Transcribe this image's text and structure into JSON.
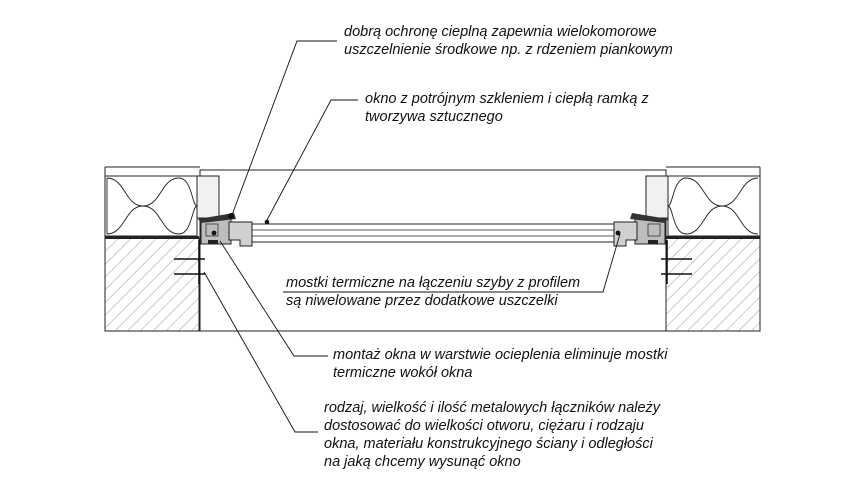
{
  "colors": {
    "line": "#111111",
    "background": "#ffffff",
    "masonry_hatch": "#444444",
    "window_frame": "#bdbdbd",
    "gasket": "#333333"
  },
  "annotations": [
    {
      "id": "gasket-note",
      "lines": [
        "dobrą ochronę cieplną zapewnia wielokomorowe",
        "uszczelnienie środkowe np. z rdzeniem piankowym"
      ]
    },
    {
      "id": "glazing-note",
      "lines": [
        "okno z potrójnym szkleniem i ciepłą ramką z",
        "tworzywa sztucznego"
      ]
    },
    {
      "id": "thermal-bridge-note",
      "lines": [
        "mostki termiczne na łączeniu szyby z profilem",
        "są niwelowane przez dodatkowe uszczelki"
      ]
    },
    {
      "id": "mounting-note",
      "lines": [
        "montaż okna w warstwie ocieplenia eliminuje mostki",
        "termiczne wokół okna"
      ]
    },
    {
      "id": "fasteners-note",
      "lines": [
        "rodzaj, wielkość i ilość metalowych łączników należy",
        "dostosować do wielkości otworu, ciężaru i rodzaju",
        "okna, materiału konstrukcyjnego ściany i odległości",
        "na jaką chcemy wysunąć okno"
      ]
    }
  ]
}
